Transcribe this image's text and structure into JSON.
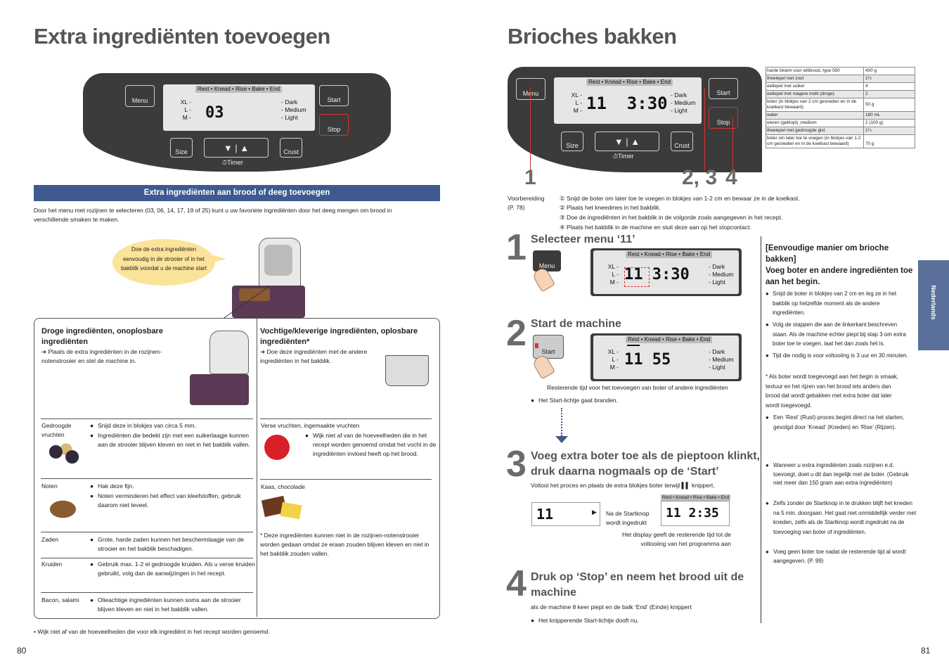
{
  "left": {
    "title": "Extra ingrediënten toevoegen",
    "panel": {
      "menu": "Menu",
      "rest_bar": "Rest • Knead • Rise • Bake • End",
      "sizes": [
        "XL",
        "L",
        "M"
      ],
      "crusts": [
        "Dark",
        "Medium",
        "Light"
      ],
      "display": "03",
      "start": "Start",
      "stop": "Stop",
      "size": "Size",
      "crust": "Crust",
      "timer": "Timer"
    },
    "section_header": "Extra ingrediënten aan brood of deeg toevoegen",
    "intro": "Door het menu met rozijnen te selecteren (03, 06, 14, 17, 19 of 25) kunt u uw favoriete ingrediënten door het deeg mengen om brood in verschillende smaken te maken.",
    "bubble": "Doe de extra ingrediënten eenvoudig in de strooier of in het bakblik voordat u de machine start",
    "dry_title": "Droge ingrediënten, onoplosbare ingrediënten",
    "dry_text": "➜ Plaats de extra ingrediënten in de rozijnen-notenstrooier en stel de machine in.",
    "wet_title": "Vochtige/kleverige ingrediënten, oplosbare ingrediënten*",
    "wet_text": "➜ Doe deze ingrediënten met de andere ingrediënten in het bakblik.",
    "dry_rows": [
      {
        "name": "Gedroogde vruchten",
        "notes": [
          "Snijd deze in blokjes van circa 5 mm.",
          "Ingrediënten die bedekt zijn met een suikerlaagje kunnen aan de strooier blijven kleven en niet in het bakblik vallen."
        ]
      },
      {
        "name": "Noten",
        "notes": [
          "Hak deze fijn.",
          "Noten verminderen het effect van kleefstoffen, gebruik daarom niet teveel."
        ]
      },
      {
        "name": "Zaden",
        "notes": [
          "Grote, harde zaden kunnen het beschermlaagje van de strooier en het bakblik beschadigen."
        ]
      },
      {
        "name": "Kruiden",
        "notes": [
          "Gebruik max. 1-2 el gedroogde kruiden. Als u verse kruiden gebruikt, volg dan de aanwijzingen in het recept."
        ]
      },
      {
        "name": "Bacon, salami",
        "notes": [
          "Olieachtige ingrediënten kunnen soms aan de strooier blijven kleven en niet in het bakblik vallen."
        ]
      }
    ],
    "wet_rows": [
      {
        "name": "Verse vruchten, ingemaakte vruchten",
        "notes": [
          "Wijk niet af van de hoeveelheden die in het recept worden genoemd omdat het vocht in de ingrediënten invloed heeft op het brood."
        ]
      },
      {
        "name": "Kaas, chocolade",
        "notes": []
      }
    ],
    "wet_footnote": "* Deze ingrediënten kunnen niet in de rozijnen-notenstrooier worden gedaan omdat ze eraan zouden blijven kleven en niet in het bakblik zouden vallen.",
    "bottom_note": "• Wijk niet af van de hoeveelheden die voor elk ingrediënt in het recept worden genoemd.",
    "page_num": "80"
  },
  "right": {
    "title": "Brioches bakken",
    "panel_display": "11  3:30",
    "callouts": [
      "1",
      "2, 3",
      "4"
    ],
    "ingredients": [
      [
        "harde bloem voor witbrood, type 550",
        "400 g"
      ],
      [
        "theelepel met zout",
        "1½"
      ],
      [
        "eetlepel met suiker",
        "4"
      ],
      [
        "eetlepel met magere melk (droge)",
        "2"
      ],
      [
        "boter (in blokjes van 2 cm gesneden en in de koelkast bewaard)",
        "50 g"
      ],
      [
        "water",
        "180 mL"
      ],
      [
        "eieren (geklopt) ;medium",
        "2 (100 g)"
      ],
      [
        "theelepel met gedroogde gist",
        "1¼"
      ],
      [
        "boter om later toe te voegen (in blokjes van 1-2 cm gesneden en in de koelkast bewaard)",
        "70 g"
      ]
    ],
    "prep_label": "Voorbereiding (P. 78)",
    "prep_steps": [
      "① Snijd de boter om later toe te voegen in blokjes van 1-2 cm en bewaar ze in de koelkast.",
      "② Plaats het kneedmes in het bakblik.",
      "③ Doe de ingrediënten in het bakblik in de volgorde zoals aangegeven in het recept.",
      "④ Plaats het bakblik in de machine en sluit deze aan op het stopcontact."
    ],
    "step1": {
      "num": "1",
      "title": "Selecteer menu ‘11’",
      "display": "11 3:30"
    },
    "step2": {
      "num": "2",
      "title": "Start de machine",
      "display": "11 55",
      "caption": "Resterende tijd voor het  toevoegen van boter of andere ingrediënten",
      "note": "Het Start-lichtje gaat branden."
    },
    "step3": {
      "num": "3",
      "title": "Voeg extra boter toe als de pieptoon klinkt, druk daarna nogmaals op de ‘Start’",
      "sub": "Voltooi het proces en plaats de extra blokjes boter terwijl",
      "sub_end": "knippert.",
      "display_a": "11",
      "display_b": "11 2:35",
      "label_a": "Na de Startknop wordt ingedrukt",
      "label_b": "Het display geeft de resterende tijd tot de voltooiing van het programma aan"
    },
    "step4": {
      "num": "4",
      "title": "Druk op ‘Stop’ en neem het brood uit de machine",
      "sub": "als de machine 8 keer piept en de balk ‘End’ (Einde) knippert",
      "note": "Het knipperende Start-lichtje dooft nu."
    },
    "easy_title": "[Eenvoudige manier om brioche bakken]",
    "easy_subtitle": "Voeg boter en andere ingrediënten toe aan het begin.",
    "easy_points": [
      "Snijd de boter in blokjes van 2 cm en leg ze in het bakblik op hetzelfde moment als de andere ingrediënten.",
      "Volg de stappen die aan de linkerkant beschreven staan. Als de machine echter piept bij stap 3 om extra boter toe te voegen, laat het dan zoals het is.",
      "Tijd die nodig is voor voltooiing is 3 uur en 30 minuten."
    ],
    "easy_note": "* Als boter wordt toegevoegd aan het begin is smaak, textuur en het rijzen van het brood iets anders dan brood dat wordt gebakken met extra boter dat later wordt toegevoegd.",
    "rest_note": "Een ‘Rest’ (Rust)-proces begint direct na het starten, gevolgd door ‘Knead’ (Kneden) en ‘Rise’ (Rijzen).",
    "extra_notes": [
      "Wanneer u extra ingrediënten zoals rozijnen e.d. toevoegt, doet u dit dan tegelijk met de boter. (Gebruik niet meer dan 150 gram aan extra ingrediënten)",
      "Zelfs zonder de Startknop in te drukken blijft het kneden na 5 min. doorgaan. Het gaat niet onmiddellijk verder met kneden, zelfs als de Startknop wordt ingedrukt na de toevoeging van boter of ingrediënten.",
      "Voeg geen boter toe nadat de resterende tijd al wordt aangegeven. (P. 99)"
    ],
    "side_tab": "Nederlands",
    "page_num": "81"
  }
}
